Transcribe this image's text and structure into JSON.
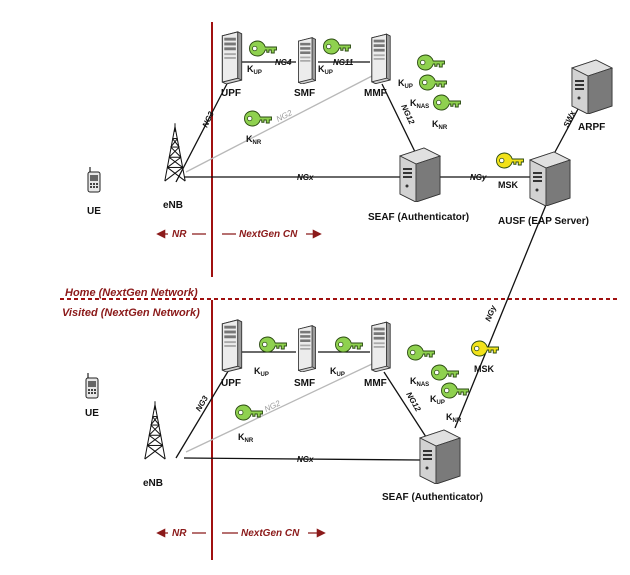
{
  "labels": {
    "home_network": "Home (NextGen Network)",
    "visited_network": "Visited (NextGen Network)"
  },
  "home": {
    "ue": "UE",
    "enb": "eNB",
    "upf": "UPF",
    "smf": "SMF",
    "mmf": "MMF",
    "seaf": "SEAF (Authenticator)",
    "ausf": "AUSF (EAP Server)",
    "arpf": "ARPF",
    "nr": "NR",
    "nextgen_cn": "NextGen CN",
    "link_ng3": "NG3",
    "link_ng4": "NG4",
    "link_ng11": "NG11",
    "link_ng2": "NG2",
    "link_ng12": "NG12",
    "link_ngx": "NGx",
    "link_ngy": "NGy",
    "link_swx": "SWx",
    "msk": "MSK",
    "key_up_1": "K",
    "key_up_1_sub": "UP",
    "key_up_2": "K",
    "key_up_2_sub": "UP",
    "key_up_3": "K",
    "key_up_3_sub": "UP",
    "key_nas": "K",
    "key_nas_sub": "NAS",
    "key_nr_mmf": "K",
    "key_nr_mmf_sub": "NR",
    "key_nr": "K",
    "key_nr_sub": "NR"
  },
  "visited": {
    "ue": "UE",
    "enb": "eNB",
    "upf": "UPF",
    "smf": "SMF",
    "mmf": "MMF",
    "seaf": "SEAF (Authenticator)",
    "nr": "NR",
    "nextgen_cn": "NextGen CN",
    "link_ng3": "NG3",
    "link_ng2": "NG2",
    "link_ng12": "NG12",
    "link_ngx": "NGx",
    "link_ngy": "NGy",
    "msk": "MSK",
    "key_up_1": "K",
    "key_up_1_sub": "UP",
    "key_up_2": "K",
    "key_up_2_sub": "UP",
    "key_nas": "K",
    "key_nas_sub": "NAS",
    "key_up_3": "K",
    "key_up_3_sub": "UP",
    "key_nr_mmf": "K",
    "key_nr_mmf_sub": "NR",
    "key_nr": "K",
    "key_nr_sub": "NR"
  },
  "colors": {
    "boundary_red": "#a01010",
    "link_red": "#8b1a1a",
    "key_green": "#8fd14f",
    "key_yellow": "#f2e21a",
    "server_grey": "#d6d6d6",
    "ng2_line": "#b8b8b8"
  }
}
